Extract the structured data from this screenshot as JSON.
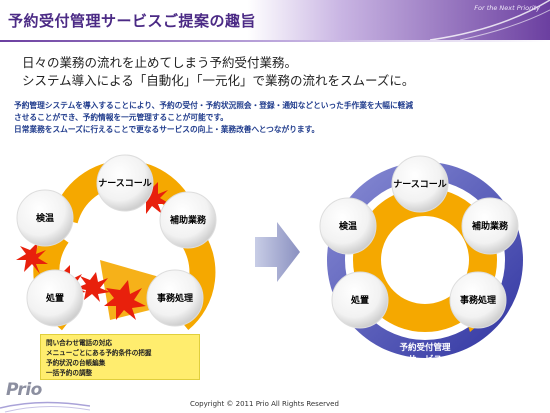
{
  "header": {
    "title": "予約受付管理サービスご提案の趣旨",
    "tagline": "For the Next Priority"
  },
  "lead": {
    "line1": "日々の業務の流れを止めてしまう予約受付業務。",
    "line2": "システム導入による「自動化」「一元化」で業務の流れをスムーズに。"
  },
  "body": {
    "line1": "予約管理システムを導入することにより、予約の受付・予約状況照会・登録・通知などといった手作業を大幅に軽減",
    "line2": "させることができ、予約情報を一元管理することが可能です。",
    "line3": "日常業務をスムーズに行えることで更なるサービスの向上・業務改善へとつながります。"
  },
  "left_cycle": {
    "nodes": [
      "ナースコール",
      "補助業務",
      "事務処理",
      "処置",
      "検温"
    ]
  },
  "right_cycle": {
    "nodes": [
      "ナースコール",
      "補助業務",
      "事務処理",
      "処置",
      "検温"
    ],
    "ring_label_1": "予約受付管理",
    "ring_label_2": "サービス"
  },
  "callout": {
    "items": [
      "問い合わせ電話の対応",
      "メニューごとにある予約条件の把握",
      "予約状況の台帳編集",
      "一括予約の調整"
    ]
  },
  "footer": {
    "logo": "Prio",
    "copyright": "Copyright © 2011 Prio All Rights Reserved"
  },
  "colors": {
    "brand_purple": "#4b2a85",
    "text_blue": "#1f3b8c",
    "cycle_orange": "#f5a800",
    "burst_red": "#e8200c",
    "ring_blue": "#4a4db8",
    "callout_yellow": "#ffed6e"
  },
  "icons": [
    "burst-icon",
    "big-arrow-icon",
    "cycle-arrow-icon"
  ]
}
